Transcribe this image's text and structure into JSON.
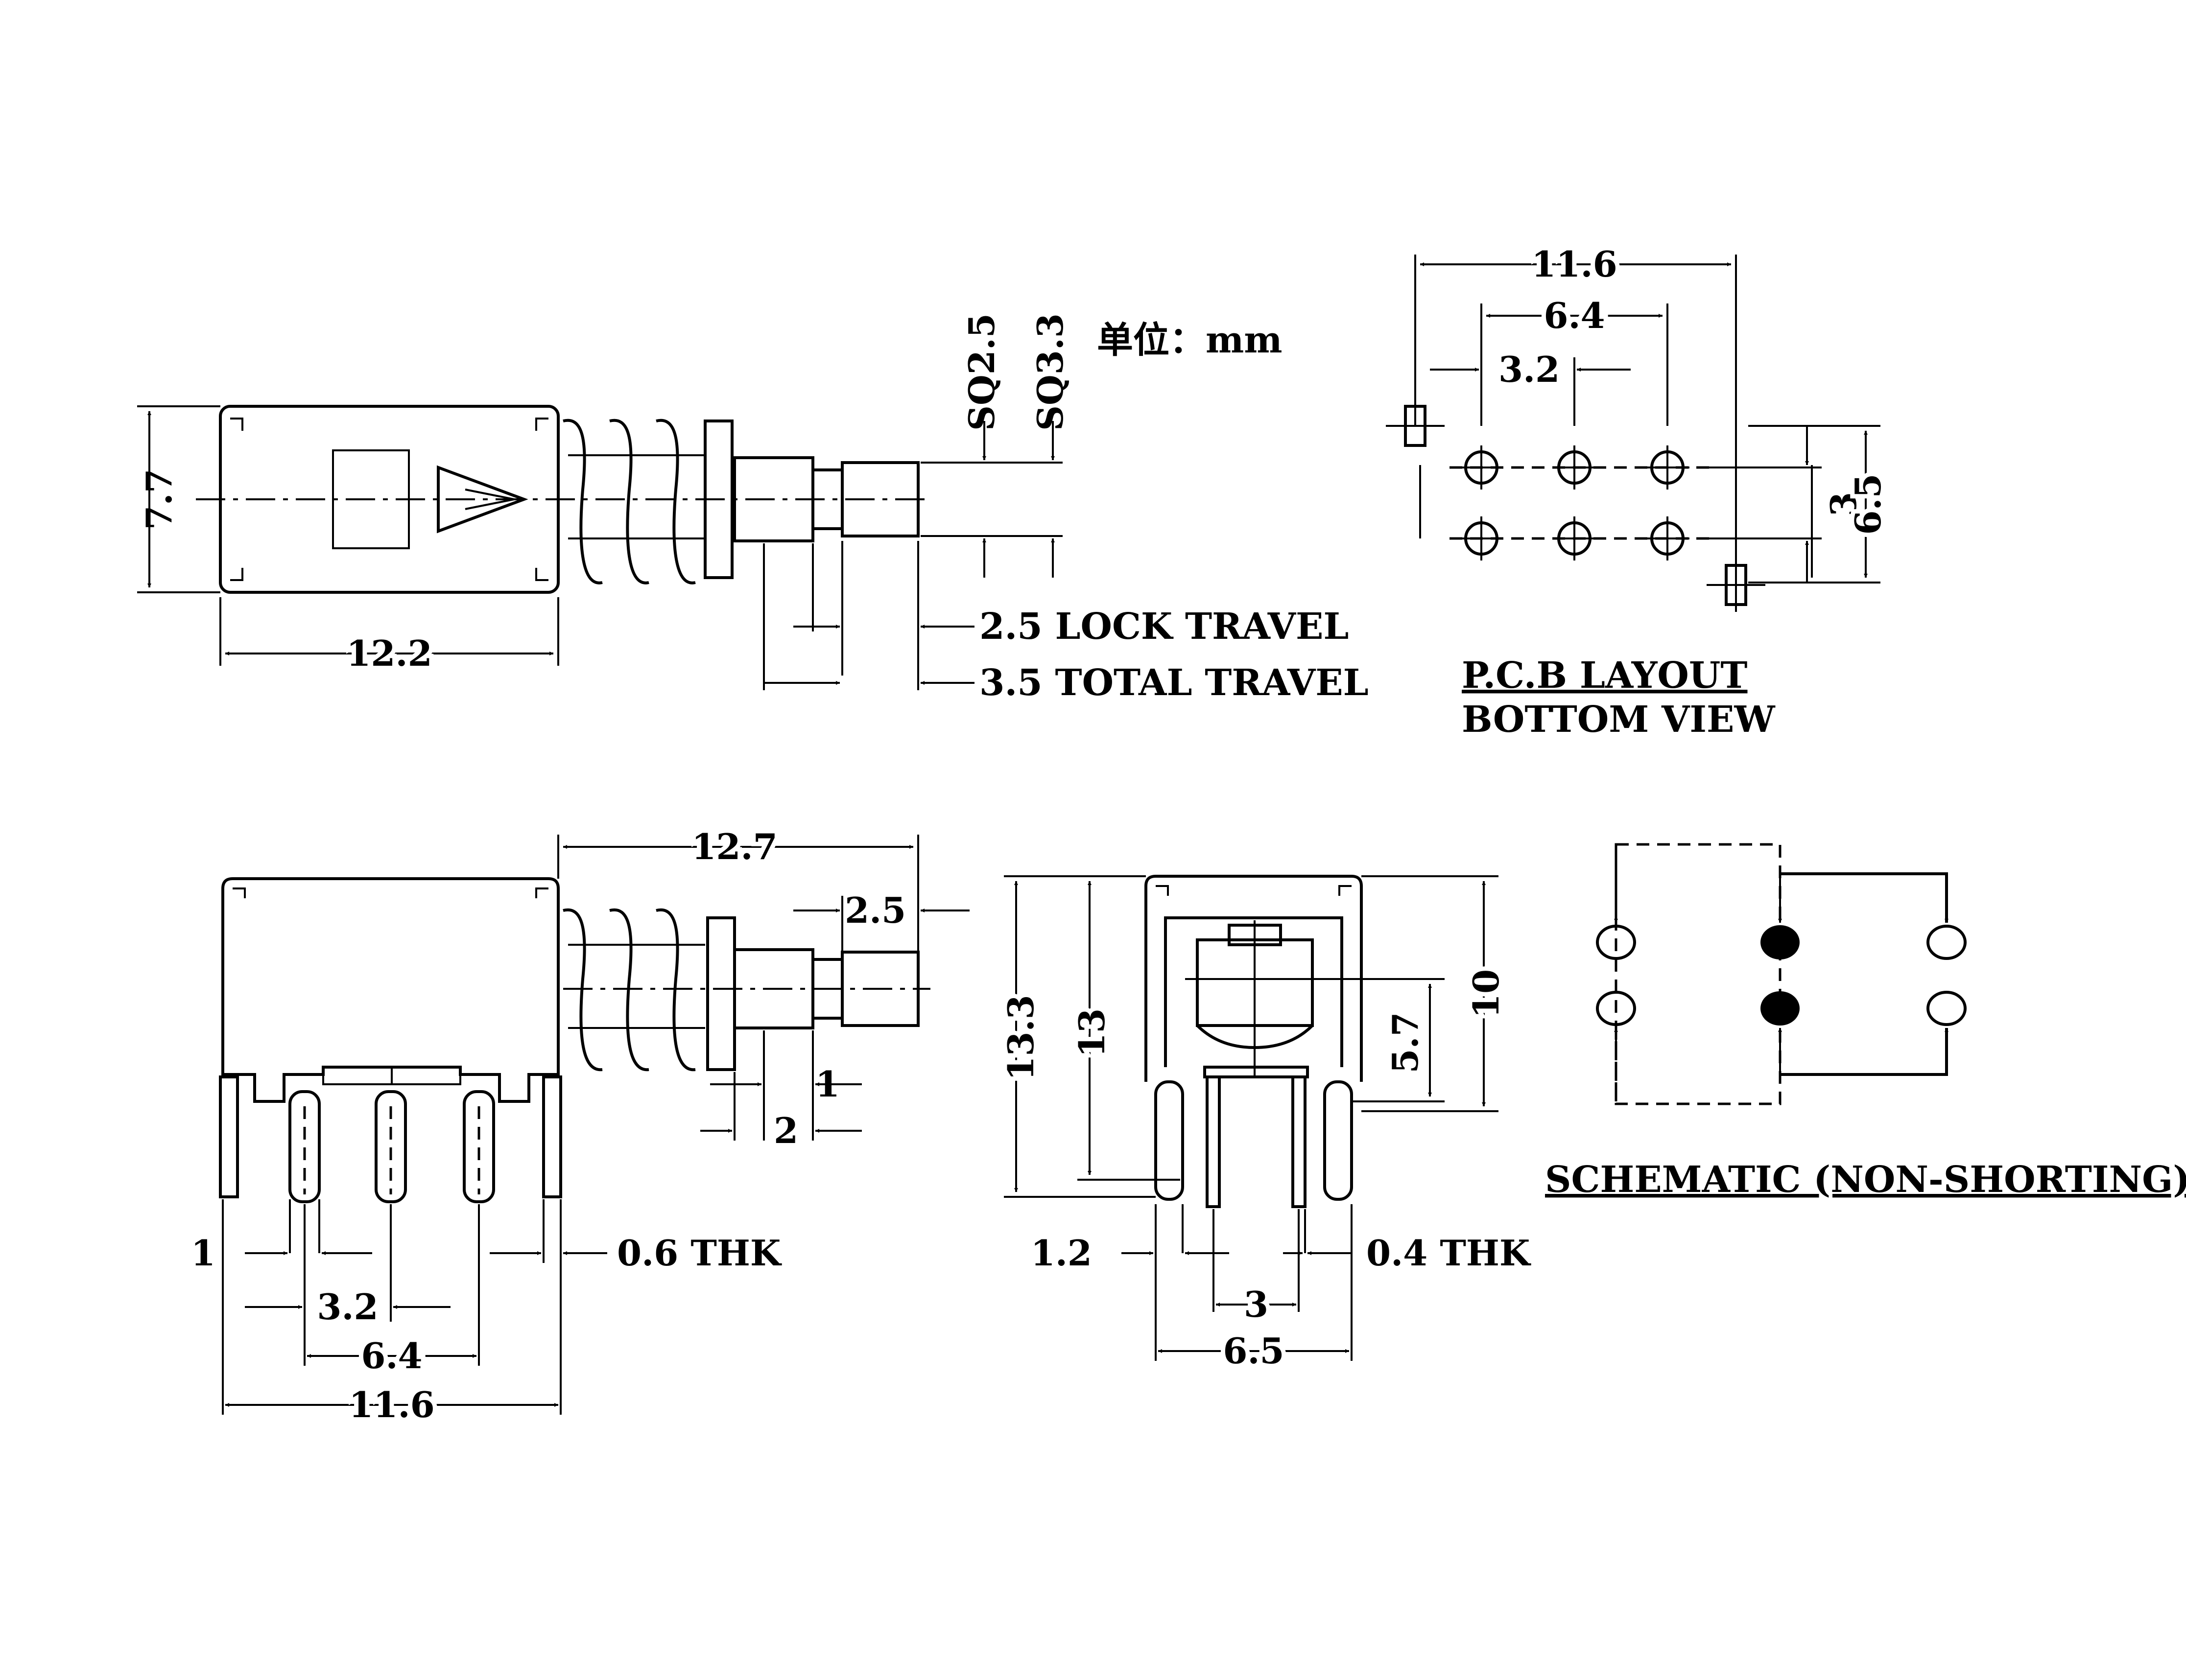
{
  "unit_label": "单位：mm",
  "side_view": {
    "height": "7.7",
    "body_length": "12.2",
    "stem_square_1": "SQ2.5",
    "stem_square_2": "SQ3.3",
    "lock_travel": "2.5 LOCK TRAVEL",
    "total_travel": "3.5 TOTAL TRAVEL"
  },
  "pcb_layout": {
    "overall_width": "11.6",
    "outer_pitch": "6.4",
    "pin_pitch": "3.2",
    "row_pitch": "3",
    "mount_offset": "6.5",
    "title_line1": "P.C.B LAYOUT",
    "title_line2": "BOTTOM VIEW"
  },
  "front_view": {
    "stem_length": "12.7",
    "tip_length": "2.5",
    "step_1": "1",
    "step_2": "2",
    "lead_1": "1",
    "thickness": "0.6 THK",
    "pin_pitch": "3.2",
    "outer_pitch": "6.4",
    "overall_width": "11.6"
  },
  "end_view": {
    "height_total": "13.3",
    "height_body": "13",
    "window_height": "5.7",
    "frame_height": "10",
    "lead_width": "1.2",
    "thickness": "0.4 THK",
    "row_pitch": "3",
    "overall_width": "6.5"
  },
  "schematic": {
    "title": "SCHEMATIC (NON-SHORTING)"
  }
}
